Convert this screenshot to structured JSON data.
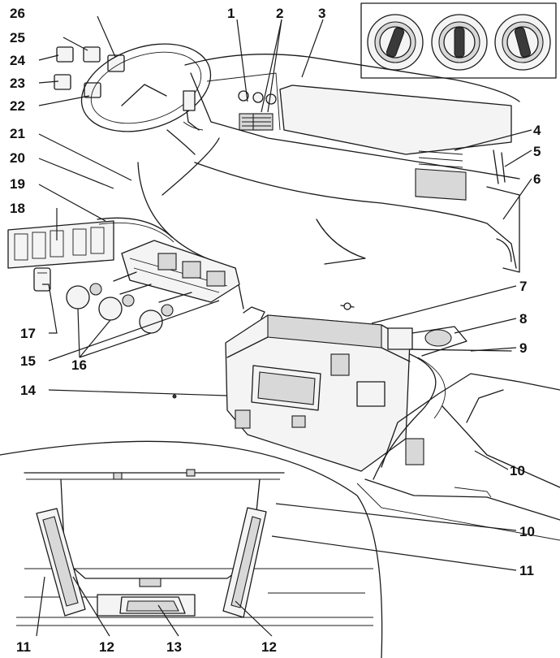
{
  "callouts": [
    {
      "id": "c1",
      "text": "1"
    },
    {
      "id": "c2",
      "text": "2"
    },
    {
      "id": "c3",
      "text": "3"
    },
    {
      "id": "c4",
      "text": "4"
    },
    {
      "id": "c5",
      "text": "5"
    },
    {
      "id": "c6",
      "text": "6"
    },
    {
      "id": "c7",
      "text": "7"
    },
    {
      "id": "c8",
      "text": "8"
    },
    {
      "id": "c9",
      "text": "9"
    },
    {
      "id": "c10a",
      "text": "10"
    },
    {
      "id": "c10b",
      "text": "10"
    },
    {
      "id": "c11a",
      "text": "11"
    },
    {
      "id": "c11b",
      "text": "11"
    },
    {
      "id": "c12a",
      "text": "12"
    },
    {
      "id": "c12b",
      "text": "12"
    },
    {
      "id": "c13",
      "text": "13"
    },
    {
      "id": "c14",
      "text": "14"
    },
    {
      "id": "c15",
      "text": "15"
    },
    {
      "id": "c16",
      "text": "16"
    },
    {
      "id": "c17",
      "text": "17"
    },
    {
      "id": "c18",
      "text": "18"
    },
    {
      "id": "c19",
      "text": "19"
    },
    {
      "id": "c20",
      "text": "20"
    },
    {
      "id": "c21",
      "text": "21"
    },
    {
      "id": "c22",
      "text": "22"
    },
    {
      "id": "c23",
      "text": "23"
    },
    {
      "id": "c24",
      "text": "24"
    },
    {
      "id": "c25",
      "text": "25"
    },
    {
      "id": "c26",
      "text": "26"
    }
  ]
}
